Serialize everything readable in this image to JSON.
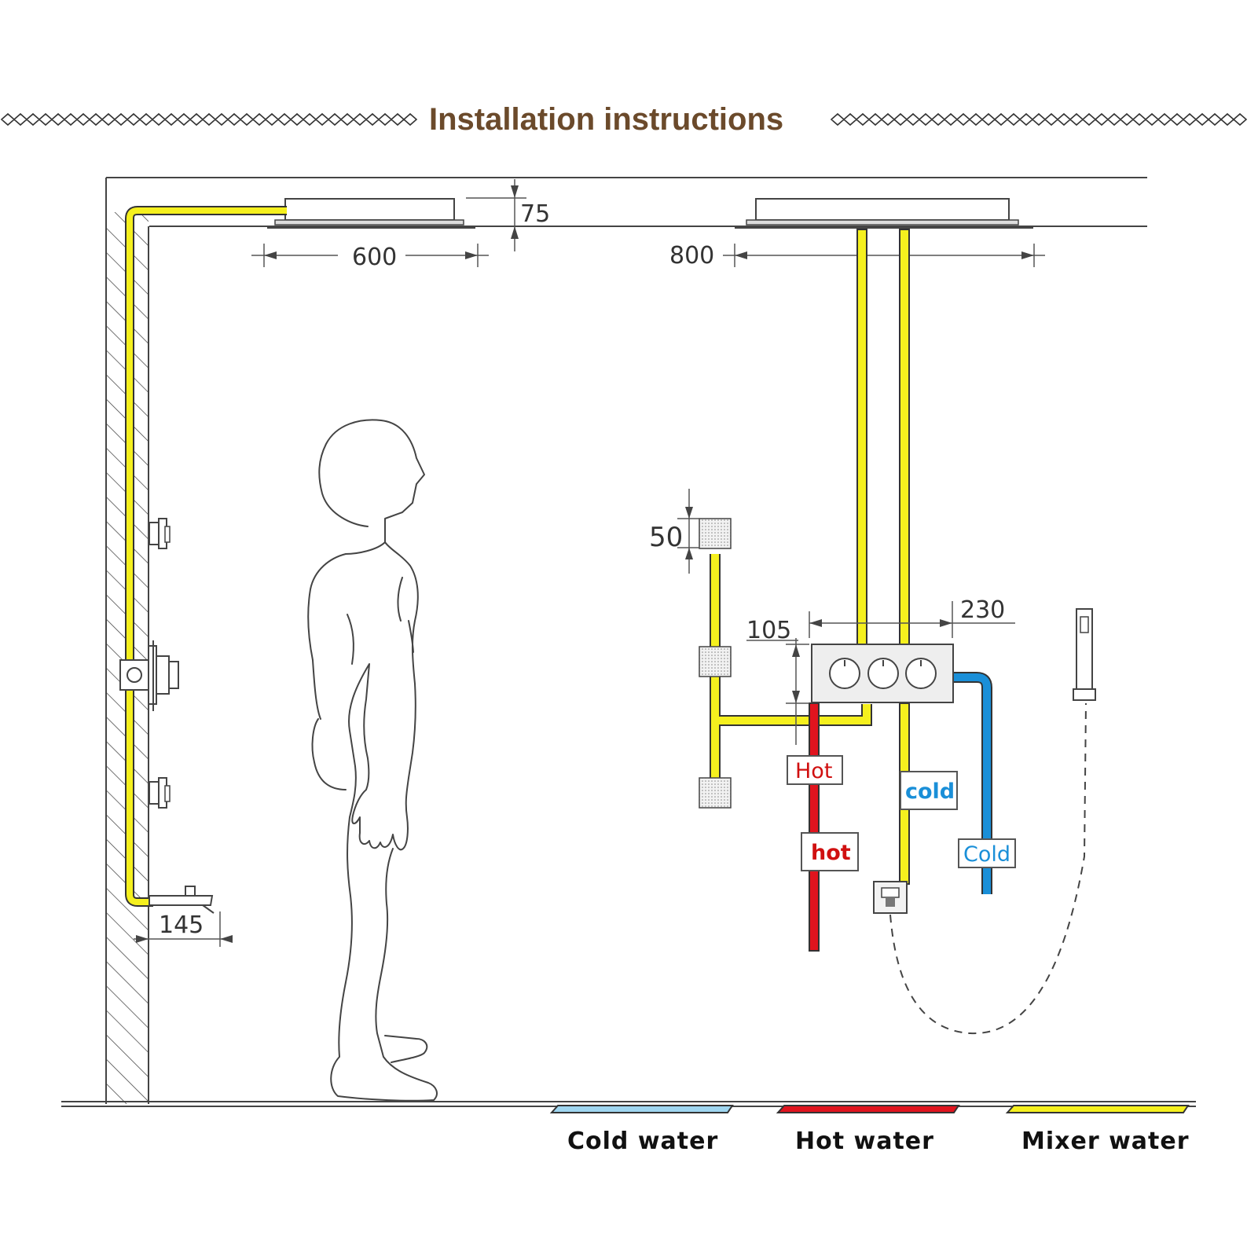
{
  "title": "Installation instructions",
  "colors": {
    "title": "#6b4a2b",
    "mixer": "#f5f01e",
    "hot": "#e0141e",
    "cold_pipe": "#1a8fd8",
    "cold_legend": "#9fd6f0",
    "tag_hot": "#d01010",
    "tag_cold": "#1a8fd8"
  },
  "dimensions": {
    "rain_shower_depth": "75",
    "rain_shower_left_width": "600",
    "rain_shower_right_width": "800",
    "body_jet_spacing": "50",
    "valve_height": "105",
    "valve_width": "230",
    "spout_projection": "145"
  },
  "tags": {
    "hot_upper": "Hot",
    "hot_lower": "hot",
    "cold_upper": "cold",
    "cold_lower": "Cold"
  },
  "legend": [
    {
      "label": "Cold water"
    },
    {
      "label": "Hot water"
    },
    {
      "label": "Mixer water"
    }
  ]
}
